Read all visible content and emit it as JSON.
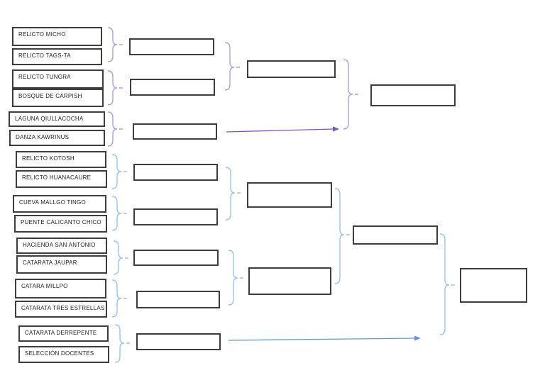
{
  "diagram": {
    "type": "tournament-bracket",
    "rounds": 5,
    "teams": [
      "RELICTO MICHO",
      "RELICTO TAGS-TA",
      "RELICTO TUNGRA",
      "BOSQUE DE CARPISH",
      "LAGUNA QIULLACOCHA",
      "DANZA KAWRINUS",
      "RELICTO KOTOSH",
      "RELICTO HUANACAURE",
      "CUEVA MALLGO TINGO",
      "PUENTE CALICANTO CHICO",
      "HACIENDA SAN ANTONIO",
      "CATARATA JAUPAR",
      "CATARA MILLPO",
      "CATARATA TRES ESTRELLAS",
      "CATARATA DERREPENTE",
      "SELECCIÓN DOCENTES"
    ],
    "empty_slot_counts": {
      "round2": 8,
      "round3": 3,
      "round4": 2,
      "final": 1
    }
  },
  "colors": {
    "top_brace": "#b49ddf",
    "top_arrow": "#7d54c5",
    "bottom_brace": "#9dc3e6",
    "bottom_arrow": "#5b9bd5",
    "box_border": "#3d3d3d",
    "text": "#1c1c1c",
    "background": "#ffffff"
  }
}
